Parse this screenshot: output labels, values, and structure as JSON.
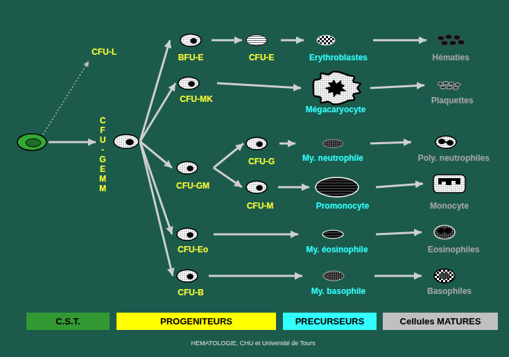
{
  "diagram": {
    "nodes": [
      {
        "text": [
          "CFU-GEMM"
        ]
      },
      {
        "text": [
          "BFU-E"
        ]
      },
      {
        "text": [
          "CFU-E"
        ]
      },
      {
        "text": [
          "Erythroblastes"
        ]
      },
      {
        "text": [
          "Hématies"
        ]
      },
      {
        "text": [
          "CFU-MK"
        ]
      },
      {
        "text": [
          "Mégacaryocyte"
        ]
      },
      {
        "text": [
          "Plaquettes"
        ]
      },
      {
        "text": [
          "CFU-GM"
        ]
      },
      {
        "text": [
          "CFU-G"
        ]
      },
      {
        "text": [
          "My. neutrophile"
        ]
      },
      {
        "text": [
          "Poly. neutrophiles"
        ]
      },
      {
        "text": [
          "CFU-M"
        ]
      },
      {
        "text": [
          "Promonocyte"
        ]
      },
      {
        "text": [
          "Monocyte"
        ]
      },
      {
        "text": [
          "CFU-Eo"
        ]
      },
      {
        "text": [
          "My. éosinophile"
        ]
      },
      {
        "text": [
          "Eosinophiles"
        ]
      },
      {
        "text": [
          "CFU-B"
        ]
      },
      {
        "text": [
          "My. basophile"
        ]
      },
      {
        "text": [
          "Basophiles"
        ]
      }
    ],
    "edges": [
      {
        "from": 0,
        "to": 1,
        "arrow": "to"
      },
      {
        "from": 1,
        "to": 2,
        "arrow": "to"
      },
      {
        "from": 2,
        "to": 3,
        "arrow": "to"
      },
      {
        "from": 3,
        "to": 4,
        "arrow": "to"
      },
      {
        "from": 0,
        "to": 5,
        "arrow": "to"
      },
      {
        "from": 5,
        "to": 6,
        "arrow": "to"
      },
      {
        "from": 6,
        "to": 7,
        "arrow": "to"
      },
      {
        "from": 0,
        "to": 8,
        "arrow": "to"
      },
      {
        "from": 8,
        "to": 9,
        "arrow": "to"
      },
      {
        "from": 9,
        "to": 10,
        "arrow": "to"
      },
      {
        "from": 10,
        "to": 11,
        "arrow": "to"
      },
      {
        "from": 8,
        "to": 12,
        "arrow": "to"
      },
      {
        "from": 12,
        "to": 13,
        "arrow": "to"
      },
      {
        "from": 13,
        "to": 14,
        "arrow": "to"
      },
      {
        "from": 0,
        "to": 15,
        "arrow": "to"
      },
      {
        "from": 15,
        "to": 16,
        "arrow": "to"
      },
      {
        "from": 16,
        "to": 17,
        "arrow": "to"
      },
      {
        "from": 0,
        "to": 18,
        "arrow": "to"
      },
      {
        "from": 18,
        "to": 19,
        "arrow": "to"
      },
      {
        "from": 19,
        "to": 20,
        "arrow": "to"
      }
    ],
    "labels": [
      "CFU-L",
      "HEMATOLOGIE, CHU et Université de Tours"
    ],
    "legend": [
      {
        "text": "C.S.T.",
        "color": "#339933"
      },
      {
        "text": "PROGENITEURS",
        "color": "#ffff00"
      },
      {
        "text": "PRECURSEURS",
        "color": "#33ffff"
      },
      {
        "text": "Cellules MATURES",
        "color": "#c0c0c0"
      }
    ]
  }
}
